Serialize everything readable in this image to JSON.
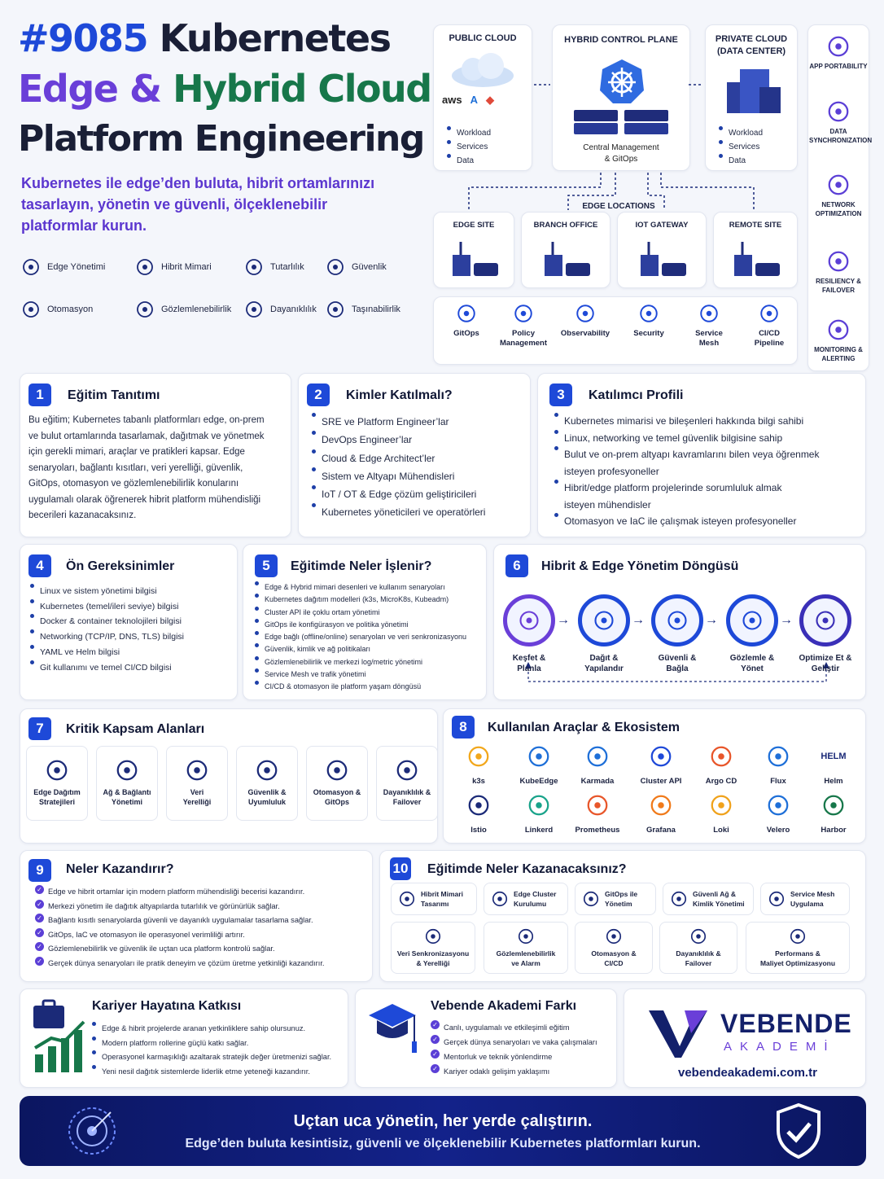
{
  "header": {
    "line1_prefix": "#9085",
    "line1_rest": "Kubernetes",
    "line2_a": "Edge &",
    "line2_b": "Hybrid Cloud",
    "line3": "Platform Engineering",
    "subtitle_1": "Kubernetes ile edge’den buluta, hibrit ortamlarınızı",
    "subtitle_2": "tasarlayın, yönetin ve güvenli, ölçeklenebilir",
    "subtitle_3": "platformlar kurun."
  },
  "features": [
    {
      "label": "Edge Yönetimi",
      "icon": "network-icon"
    },
    {
      "label": "Hibrit Mimari",
      "icon": "cloud-icon"
    },
    {
      "label": "Tutarlılık",
      "icon": "shield-check-icon"
    },
    {
      "label": "Güvenlik",
      "icon": "lock-icon"
    },
    {
      "label": "Otomasyon",
      "icon": "gear-icon"
    },
    {
      "label": "Gözlemlenebilirlik",
      "icon": "chart-icon"
    },
    {
      "label": "Dayanıklılık",
      "icon": "clock-icon"
    },
    {
      "label": "Taşınabilirlik",
      "icon": "arrows-icon"
    }
  ],
  "diagram": {
    "public_cloud": {
      "title": "PUBLIC CLOUD",
      "items": [
        "Workload",
        "Services",
        "Data"
      ]
    },
    "control_plane": {
      "title": "HYBRID CONTROL PLANE",
      "caption_1": "Central Management",
      "caption_2": "& GitOps"
    },
    "private_cloud": {
      "title_1": "PRIVATE CLOUD",
      "title_2": "(DATA CENTER)",
      "items": [
        "Workload",
        "Services",
        "Data"
      ]
    },
    "edge_label": "EDGE LOCATIONS",
    "edge_sites": [
      "EDGE SITE",
      "BRANCH OFFICE",
      "IOT GATEWAY",
      "REMOTE SITE"
    ],
    "tools": [
      {
        "l1": "GitOps",
        "l2": ""
      },
      {
        "l1": "Policy",
        "l2": "Management"
      },
      {
        "l1": "Observability",
        "l2": ""
      },
      {
        "l1": "Security",
        "l2": ""
      },
      {
        "l1": "Service",
        "l2": "Mesh"
      },
      {
        "l1": "CI/CD",
        "l2": "Pipeline"
      }
    ],
    "side": [
      {
        "l1": "APP PORTABILITY",
        "l2": ""
      },
      {
        "l1": "DATA",
        "l2": "SYNCHRONIZATION"
      },
      {
        "l1": "NETWORK",
        "l2": "OPTIMIZATION"
      },
      {
        "l1": "RESILIENCY &",
        "l2": "FAILOVER"
      },
      {
        "l1": "MONITORING &",
        "l2": "ALERTING"
      }
    ]
  },
  "s1": {
    "num": "1",
    "title": "Eğitim Tanıtımı",
    "lines": [
      "Bu eğitim; Kubernetes tabanlı platformları edge, on-prem",
      "ve bulut ortamlarında tasarlamak, dağıtmak ve yönetmek",
      "için gerekli mimari, araçlar ve pratikleri kapsar. Edge",
      "senaryoları, bağlantı kısıtları, veri yerelliği, güvenlik,",
      "GitOps, otomasyon ve gözlemlenebilirlik konularını",
      "uygulamalı olarak öğrenerek hibrit platform mühendisliği",
      "becerileri kazanacaksınız."
    ]
  },
  "s2": {
    "num": "2",
    "title": "Kimler Katılmalı?",
    "items": [
      "SRE ve Platform Engineer’lar",
      "DevOps Engineer’lar",
      "Cloud & Edge Architect’ler",
      "Sistem ve Altyapı Mühendisleri",
      "IoT / OT & Edge çözüm geliştiricileri",
      "Kubernetes yöneticileri ve operatörleri"
    ]
  },
  "s3": {
    "num": "3",
    "title": "Katılımcı Profili",
    "items": [
      [
        "Kubernetes mimarisi ve bileşenleri hakkında bilgi sahibi"
      ],
      [
        "Linux, networking ve temel güvenlik bilgisine sahip"
      ],
      [
        "Bulut ve on-prem altyapı kavramlarını bilen veya öğrenmek",
        "isteyen profesyoneller"
      ],
      [
        "Hibrit/edge platform projelerinde sorumluluk almak",
        "isteyen mühendisler"
      ],
      [
        "Otomasyon ve IaC ile çalışmak isteyen profesyoneller"
      ]
    ]
  },
  "s4": {
    "num": "4",
    "title": "Ön Gereksinimler",
    "items": [
      "Linux ve sistem yönetimi bilgisi",
      "Kubernetes (temel/ileri seviye) bilgisi",
      "Docker & container teknolojileri bilgisi",
      "Networking (TCP/IP, DNS, TLS) bilgisi",
      "YAML ve Helm bilgisi",
      "Git kullanımı ve temel CI/CD bilgisi"
    ]
  },
  "s5": {
    "num": "5",
    "title": "Eğitimde Neler İşlenir?",
    "items": [
      "Edge & Hybrid mimari desenleri ve kullanım senaryoları",
      "Kubernetes dağıtım modelleri (k3s, MicroK8s, Kubeadm)",
      "Cluster API ile çoklu ortam yönetimi",
      "GitOps ile konfigürasyon ve politika yönetimi",
      "Edge bağlı (offline/online) senaryoları ve veri senkronizasyonu",
      "Güvenlik, kimlik ve ağ politikaları",
      "Gözlemlenebilirlik ve merkezi log/metric yönetimi",
      "Service Mesh ve trafik yönetimi",
      "CI/CD & otomasyon ile platform yaşam döngüsü"
    ]
  },
  "s6": {
    "num": "6",
    "title": "Hibrit & Edge Yönetim Döngüsü",
    "steps": [
      {
        "l1": "Keşfet &",
        "l2": "Planla"
      },
      {
        "l1": "Dağıt &",
        "l2": "Yapılandır"
      },
      {
        "l1": "Güvenli &",
        "l2": "Bağla"
      },
      {
        "l1": "Gözlemle &",
        "l2": "Yönet"
      },
      {
        "l1": "Optimize Et &",
        "l2": "Geliştir"
      }
    ]
  },
  "s7": {
    "num": "7",
    "title": "Kritik Kapsam Alanları",
    "tiles": [
      {
        "l1": "Edge Dağıtım",
        "l2": "Stratejileri"
      },
      {
        "l1": "Ağ & Bağlantı",
        "l2": "Yönetimi"
      },
      {
        "l1": "Veri",
        "l2": "Yerelliği"
      },
      {
        "l1": "Güvenlik &",
        "l2": "Uyumluluk"
      },
      {
        "l1": "Otomasyon &",
        "l2": "GitOps"
      },
      {
        "l1": "Dayanıklılık &",
        "l2": "Failover"
      }
    ]
  },
  "s8": {
    "num": "8",
    "title": "Kullanılan Araçlar & Ekosistem",
    "tools": [
      "k3s",
      "KubeEdge",
      "Karmada",
      "Cluster API",
      "Argo CD",
      "Flux",
      "Helm",
      "Istio",
      "Linkerd",
      "Prometheus",
      "Grafana",
      "Loki",
      "Velero",
      "Harbor"
    ],
    "helm_logo": "HELM"
  },
  "s9": {
    "num": "9",
    "title": "Neler Kazandırır?",
    "items": [
      "Edge ve hibrit ortamlar için modern platform mühendisliği becerisi kazandırır.",
      "Merkezi yönetim ile dağıtık altyapılarda tutarlılık ve görünürlük sağlar.",
      "Bağlantı kısıtlı senaryolarda güvenli ve dayanıklı uygulamalar tasarlama sağlar.",
      "GitOps, IaC ve otomasyon ile operasyonel verimliliği artırır.",
      "Gözlemlenebilirlik ve güvenlik ile uçtan uca platform kontrolü sağlar.",
      "Gerçek dünya senaryoları ile pratik deneyim ve çözüm üretme yetkinliği kazandırır."
    ]
  },
  "s10": {
    "num": "10",
    "title": "Eğitimde Neler Kazanacaksınız?",
    "row1": [
      {
        "l1": "Hibrit Mimari",
        "l2": "Tasarımı"
      },
      {
        "l1": "Edge Cluster",
        "l2": "Kurulumu"
      },
      {
        "l1": "GitOps ile",
        "l2": "Yönetim"
      },
      {
        "l1": "Güvenli Ağ &",
        "l2": "Kimlik Yönetimi"
      },
      {
        "l1": "Service Mesh",
        "l2": "Uygulama"
      }
    ],
    "row2": [
      {
        "l1": "Veri Senkronizasyonu",
        "l2": "& Yerelliği"
      },
      {
        "l1": "Gözlemlenebilirlik",
        "l2": "ve Alarm"
      },
      {
        "l1": "Otomasyon &",
        "l2": "CI/CD"
      },
      {
        "l1": "Dayanıklılık &",
        "l2": "Failover"
      },
      {
        "l1": "Performans &",
        "l2": "Maliyet Optimizasyonu"
      }
    ]
  },
  "career": {
    "title": "Kariyer Hayatına Katkısı",
    "items": [
      "Edge & hibrit projelerde aranan yetkinliklere sahip olursunuz.",
      "Modern platform rollerine güçlü katkı sağlar.",
      "Operasyonel karmaşıklığı azaltarak stratejik değer üretmenizi sağlar.",
      "Yeni nesil dağıtık sistemlerde liderlik etme yeteneği kazandırır."
    ]
  },
  "vebende": {
    "title": "Vebende Akademi Farkı",
    "items": [
      "Canlı, uygulamalı ve etkileşimli eğitim",
      "Gerçek dünya senaryoları ve vaka çalışmaları",
      "Mentorluk ve teknik yönlendirme",
      "Kariyer odaklı gelişim yaklaşımı"
    ]
  },
  "brand": {
    "name": "VEBENDE",
    "sub": "AKADEMİ",
    "url": "vebendeakademi.com.tr"
  },
  "banner": {
    "line1": "Uçtan uca yönetin, her yerde çalıştırın.",
    "line2": "Edge’den buluta kesintisiz, güvenli ve ölçeklenebilir Kubernetes platformları kurun."
  },
  "colors": {
    "blue": "#1e49d8",
    "purple": "#6a3fd8",
    "green": "#17774a",
    "navy": "#13206b"
  }
}
